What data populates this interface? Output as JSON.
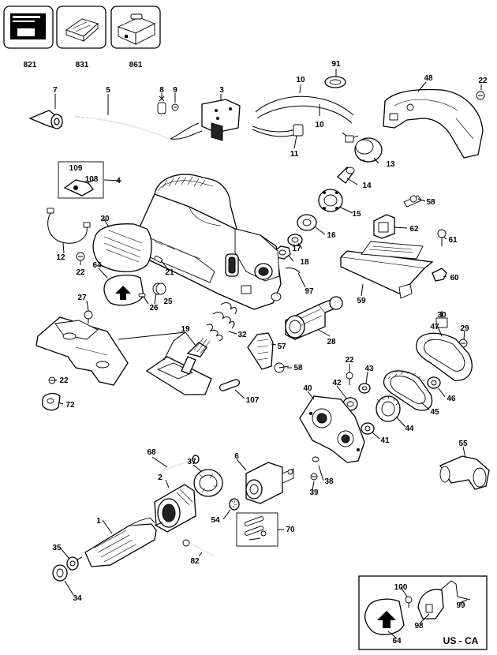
{
  "region_label": "US - CA",
  "callouts": {
    "c821": "821",
    "c831": "831",
    "c861": "861",
    "c91": "91",
    "c10a": "10",
    "c10b": "10",
    "c48": "48",
    "c22a": "22",
    "c7": "7",
    "c5": "5",
    "c8": "8",
    "c9": "9",
    "c3": "3",
    "c11": "11",
    "c13": "13",
    "c109": "109",
    "c108": "108",
    "c4": "4",
    "c14": "14",
    "c58a": "58",
    "c15": "15",
    "c20": "20",
    "c16": "16",
    "c62": "62",
    "c61": "61",
    "c12": "12",
    "c22b": "22",
    "c64a": "64",
    "c21": "21",
    "c17": "17",
    "c18": "18",
    "c60": "60",
    "c97": "97",
    "c27": "27",
    "c26": "26",
    "c25": "25",
    "c59": "59",
    "c19": "19",
    "c30": "30",
    "c47": "47",
    "c29": "29",
    "c32": "32",
    "c57": "57",
    "c28": "28",
    "c58b": "58",
    "c22c": "22",
    "c43": "43",
    "c22d": "22",
    "c72": "72",
    "c107": "107",
    "c40": "40",
    "c42": "42",
    "c46": "46",
    "c45": "45",
    "c44": "44",
    "c41": "41",
    "c55": "55",
    "c68": "68",
    "c6": "6",
    "c37": "37",
    "c2": "2",
    "c38": "38",
    "c39": "39",
    "c54": "54",
    "c70": "70",
    "c1": "1",
    "c35": "35",
    "c82": "82",
    "c34": "34",
    "c100": "100",
    "c99": "99",
    "c98": "98",
    "c64b": "64"
  }
}
